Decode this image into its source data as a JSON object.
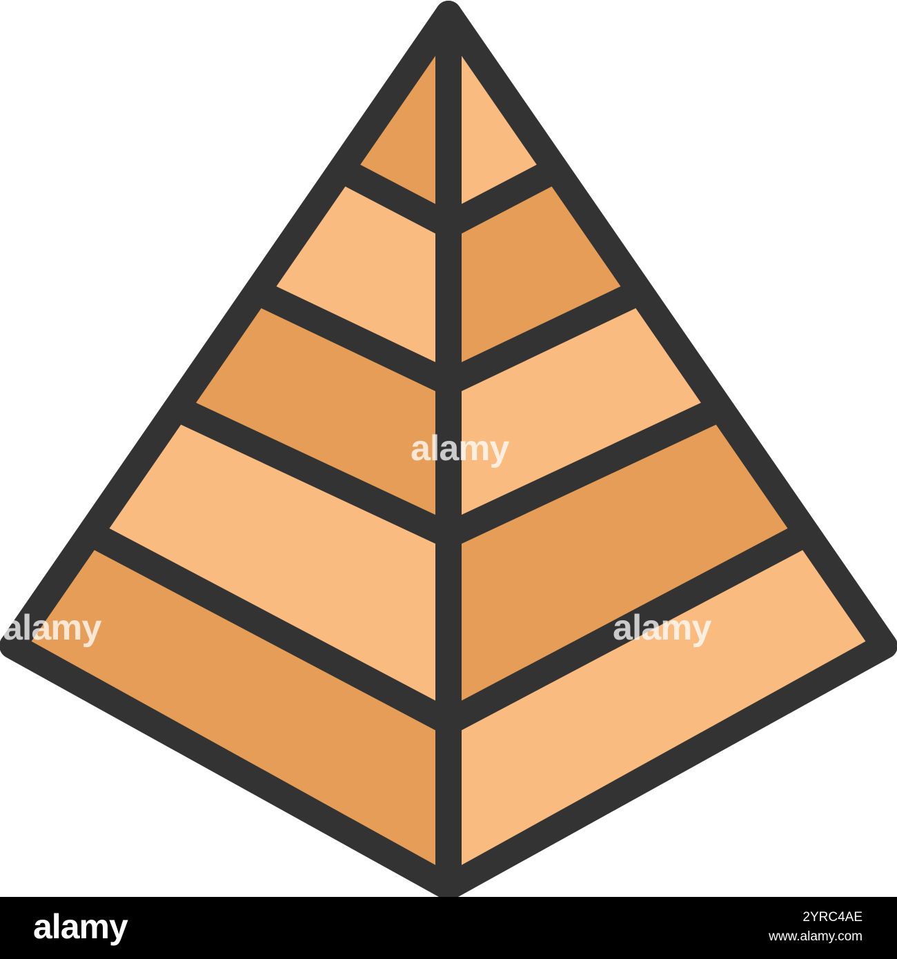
{
  "colors": {
    "outline": "#333333",
    "light_face": "#F9BB7F",
    "dark_face": "#E69D57",
    "footer_bg": "#000000",
    "footer_text": "#FFFFFF",
    "background": "#FFFFFF"
  },
  "icon": {
    "name": "pyramid-icon",
    "faces": 10
  },
  "watermark": {
    "text": "alamy"
  },
  "footer": {
    "logo": "alamy",
    "image_id": "2YRC4AE",
    "site": "www.alamy.com"
  }
}
